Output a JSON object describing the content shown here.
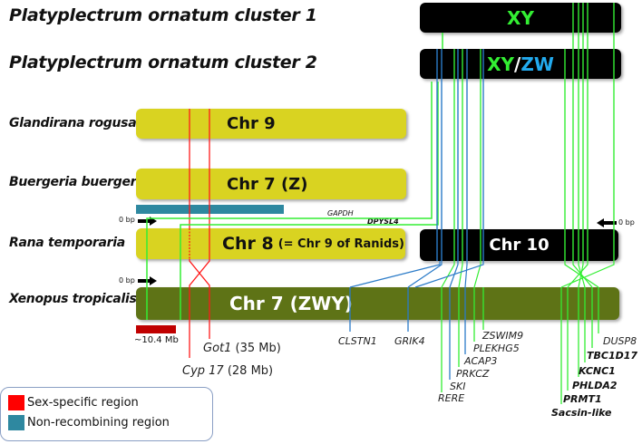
{
  "species": {
    "platy1": "Platyplectrum ornatum cluster 1",
    "platy2": "Platyplectrum ornatum cluster 2",
    "glandirana": "Glandirana rogusa",
    "buergeria": "Buergeria buergeri",
    "rana": "Rana temporaria",
    "xenopus": "Xenopus tropicalis"
  },
  "chromosomes": {
    "platy1": {
      "label_a": "XY",
      "color_a": "#33ee33"
    },
    "platy2": {
      "label_a": "XY",
      "sep": "/",
      "label_b": "ZW",
      "color_a": "#33ee33",
      "color_b": "#22aaee"
    },
    "glandirana": {
      "label": "Chr 9"
    },
    "buergeria": {
      "label": "Chr 7 (Z)"
    },
    "rana_left": {
      "label_main": "Chr 8",
      "label_sub": "(= Chr 9 of Ranids)"
    },
    "rana_right": {
      "label": "Chr 10"
    },
    "xenopus": {
      "label": "Chr 7 (ZWY)"
    }
  },
  "markers": {
    "zero_bp": "0 bp",
    "scale": "~10.4 Mb",
    "gapdh": "GAPDH",
    "dpysl4": "DPYSL4"
  },
  "sex_genes": [
    {
      "name": "Got1",
      "pos": "(35 Mb)"
    },
    {
      "name": "Cyp 17",
      "pos": "(28 Mb)"
    }
  ],
  "genes": [
    {
      "name": "CLSTN1",
      "bold": false
    },
    {
      "name": "GRIK4",
      "bold": false
    },
    {
      "name": "ZSWIM9",
      "bold": false
    },
    {
      "name": "PLEKHG5",
      "bold": false
    },
    {
      "name": "ACAP3",
      "bold": false
    },
    {
      "name": "PRKCZ",
      "bold": false
    },
    {
      "name": "SKI",
      "bold": false
    },
    {
      "name": "RERE",
      "bold": false
    },
    {
      "name": "DUSP8",
      "bold": false
    },
    {
      "name": "TBC1D17",
      "bold": true
    },
    {
      "name": "KCNC1",
      "bold": true
    },
    {
      "name": "PHLDA2",
      "bold": true
    },
    {
      "name": "PRMT1",
      "bold": true
    },
    {
      "name": "Sacsin-like",
      "bold": true
    }
  ],
  "legend": {
    "items": [
      {
        "label": "Sex-specific region",
        "color": "#ff0000"
      },
      {
        "label": "Non-recombining region",
        "color": "#2e88a0"
      }
    ]
  },
  "colors": {
    "green_line": "#33ee33",
    "blue_line": "#2b7bc8",
    "red_line": "#ff1a1a",
    "scale_bar": "#c00000",
    "nonrecomb_bar": "#2e88a0"
  }
}
